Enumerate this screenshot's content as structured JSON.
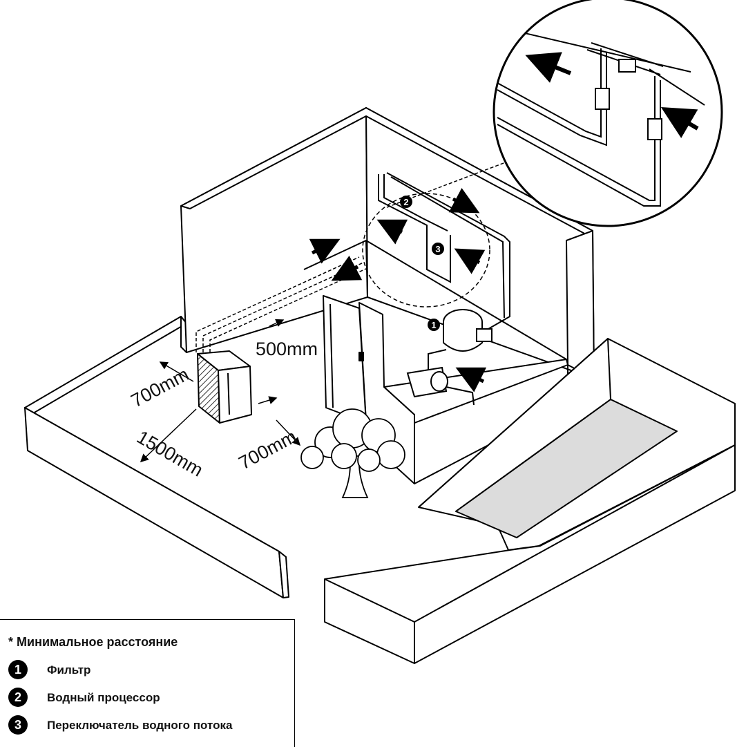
{
  "dimensions": {
    "top": "500mm",
    "left": "700mm",
    "front": "1500mm",
    "right": "700mm"
  },
  "markers": {
    "filter": "1",
    "processor": "2",
    "switch": "3"
  },
  "legend": {
    "note": "* Минимальное расстояние",
    "items": [
      {
        "num": "1",
        "label": "Фильтр"
      },
      {
        "num": "2",
        "label": "Водный процессор"
      },
      {
        "num": "3",
        "label": "Переключатель водного потока"
      }
    ]
  }
}
